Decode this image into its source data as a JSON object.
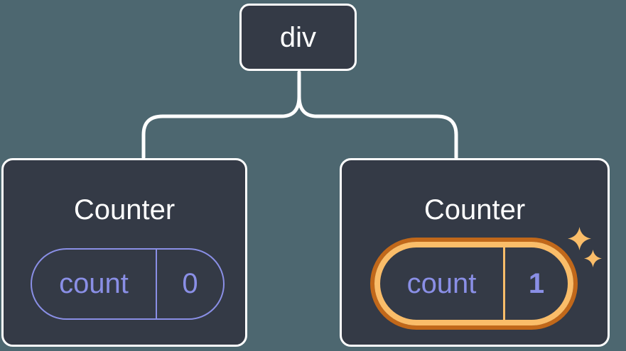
{
  "diagram": {
    "description": "React component tree: a div root with two Counter children; the second Counter's state is highlighted as updated",
    "root": {
      "label": "div"
    },
    "children": [
      {
        "title": "Counter",
        "state": {
          "name": "count",
          "value": "0"
        },
        "highlighted": false
      },
      {
        "title": "Counter",
        "state": {
          "name": "count",
          "value": "1"
        },
        "highlighted": true,
        "badge_icon": "sparkles-icon"
      }
    ]
  },
  "colors": {
    "background": "#4d6770",
    "node-fill": "#343a46",
    "node-border": "#ffffff",
    "connector": "#ffffff",
    "text-primary": "#ffffff",
    "accent-purple": "#8a8fe6",
    "highlight-orange-dark": "#c1681a",
    "highlight-orange-light": "#fabd69"
  }
}
